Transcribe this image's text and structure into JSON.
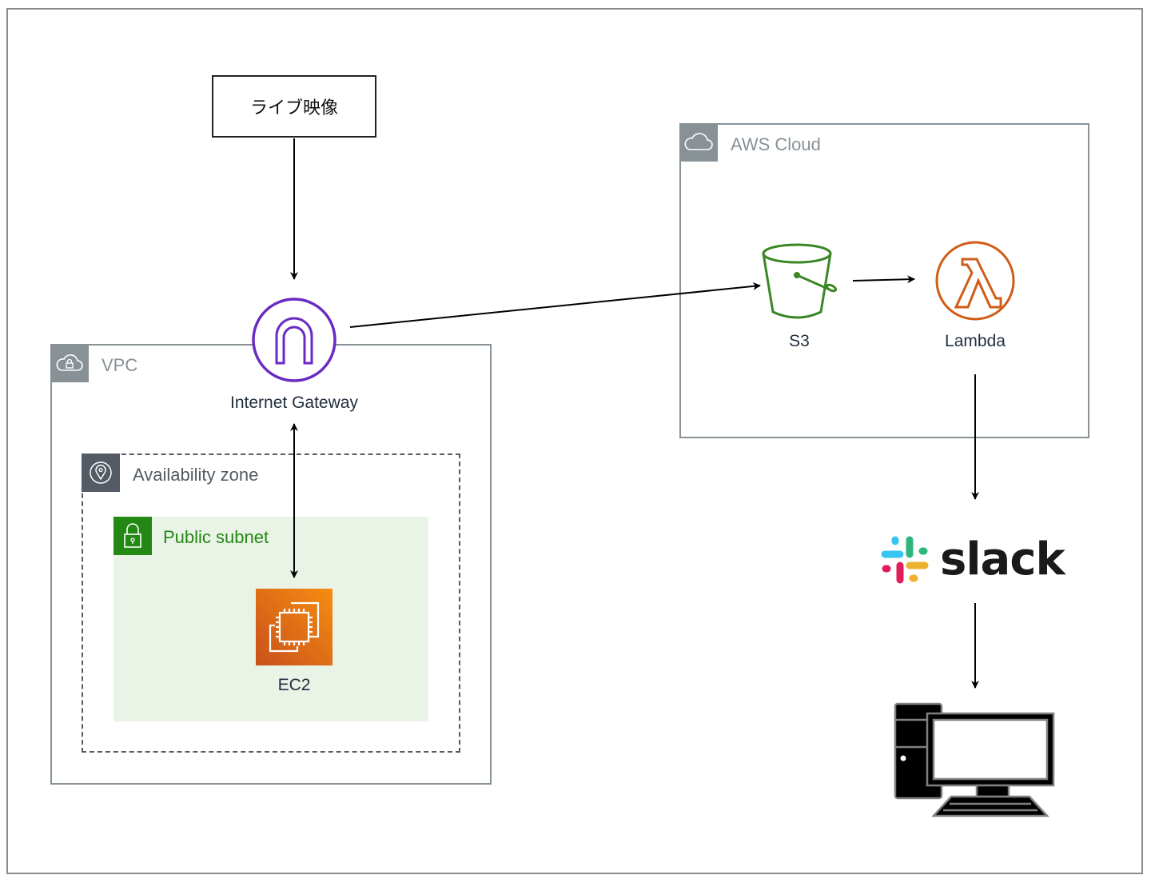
{
  "diagram": {
    "source_box": {
      "label": "ライブ映像"
    },
    "groups": {
      "vpc": {
        "label": "VPC",
        "icon": "cloud-lock-icon",
        "color": "#879196"
      },
      "availability_zone": {
        "label": "Availability zone",
        "icon": "location-pin-icon",
        "color": "#545B64"
      },
      "public_subnet": {
        "label": "Public subnet",
        "icon": "padlock-icon",
        "color": "#248814",
        "fill": "#E9F3E6"
      },
      "aws_cloud": {
        "label": "AWS Cloud",
        "icon": "cloud-icon",
        "color": "#879196"
      }
    },
    "nodes": {
      "internet_gateway": {
        "label": "Internet Gateway",
        "icon": "internet-gateway-icon",
        "color": "#6A2BC2"
      },
      "ec2": {
        "label": "EC2",
        "icon": "ec2-chip-icon",
        "color": "#E7710E"
      },
      "s3": {
        "label": "S3",
        "icon": "s3-bucket-icon",
        "color": "#3B8624"
      },
      "lambda": {
        "label": "Lambda",
        "icon": "lambda-icon",
        "color": "#D05C17"
      },
      "slack": {
        "label": "slack",
        "icon": "slack-logo-icon"
      },
      "pc": {
        "icon": "desktop-computer-icon"
      }
    },
    "edges": [
      {
        "from": "ライブ映像",
        "to": "Internet Gateway",
        "direction": "forward"
      },
      {
        "from": "Internet Gateway",
        "to": "EC2",
        "direction": "both"
      },
      {
        "from": "Internet Gateway",
        "to": "S3",
        "direction": "forward"
      },
      {
        "from": "S3",
        "to": "Lambda",
        "direction": "forward"
      },
      {
        "from": "Lambda",
        "to": "slack",
        "direction": "forward"
      },
      {
        "from": "slack",
        "to": "PC",
        "direction": "forward"
      }
    ]
  }
}
